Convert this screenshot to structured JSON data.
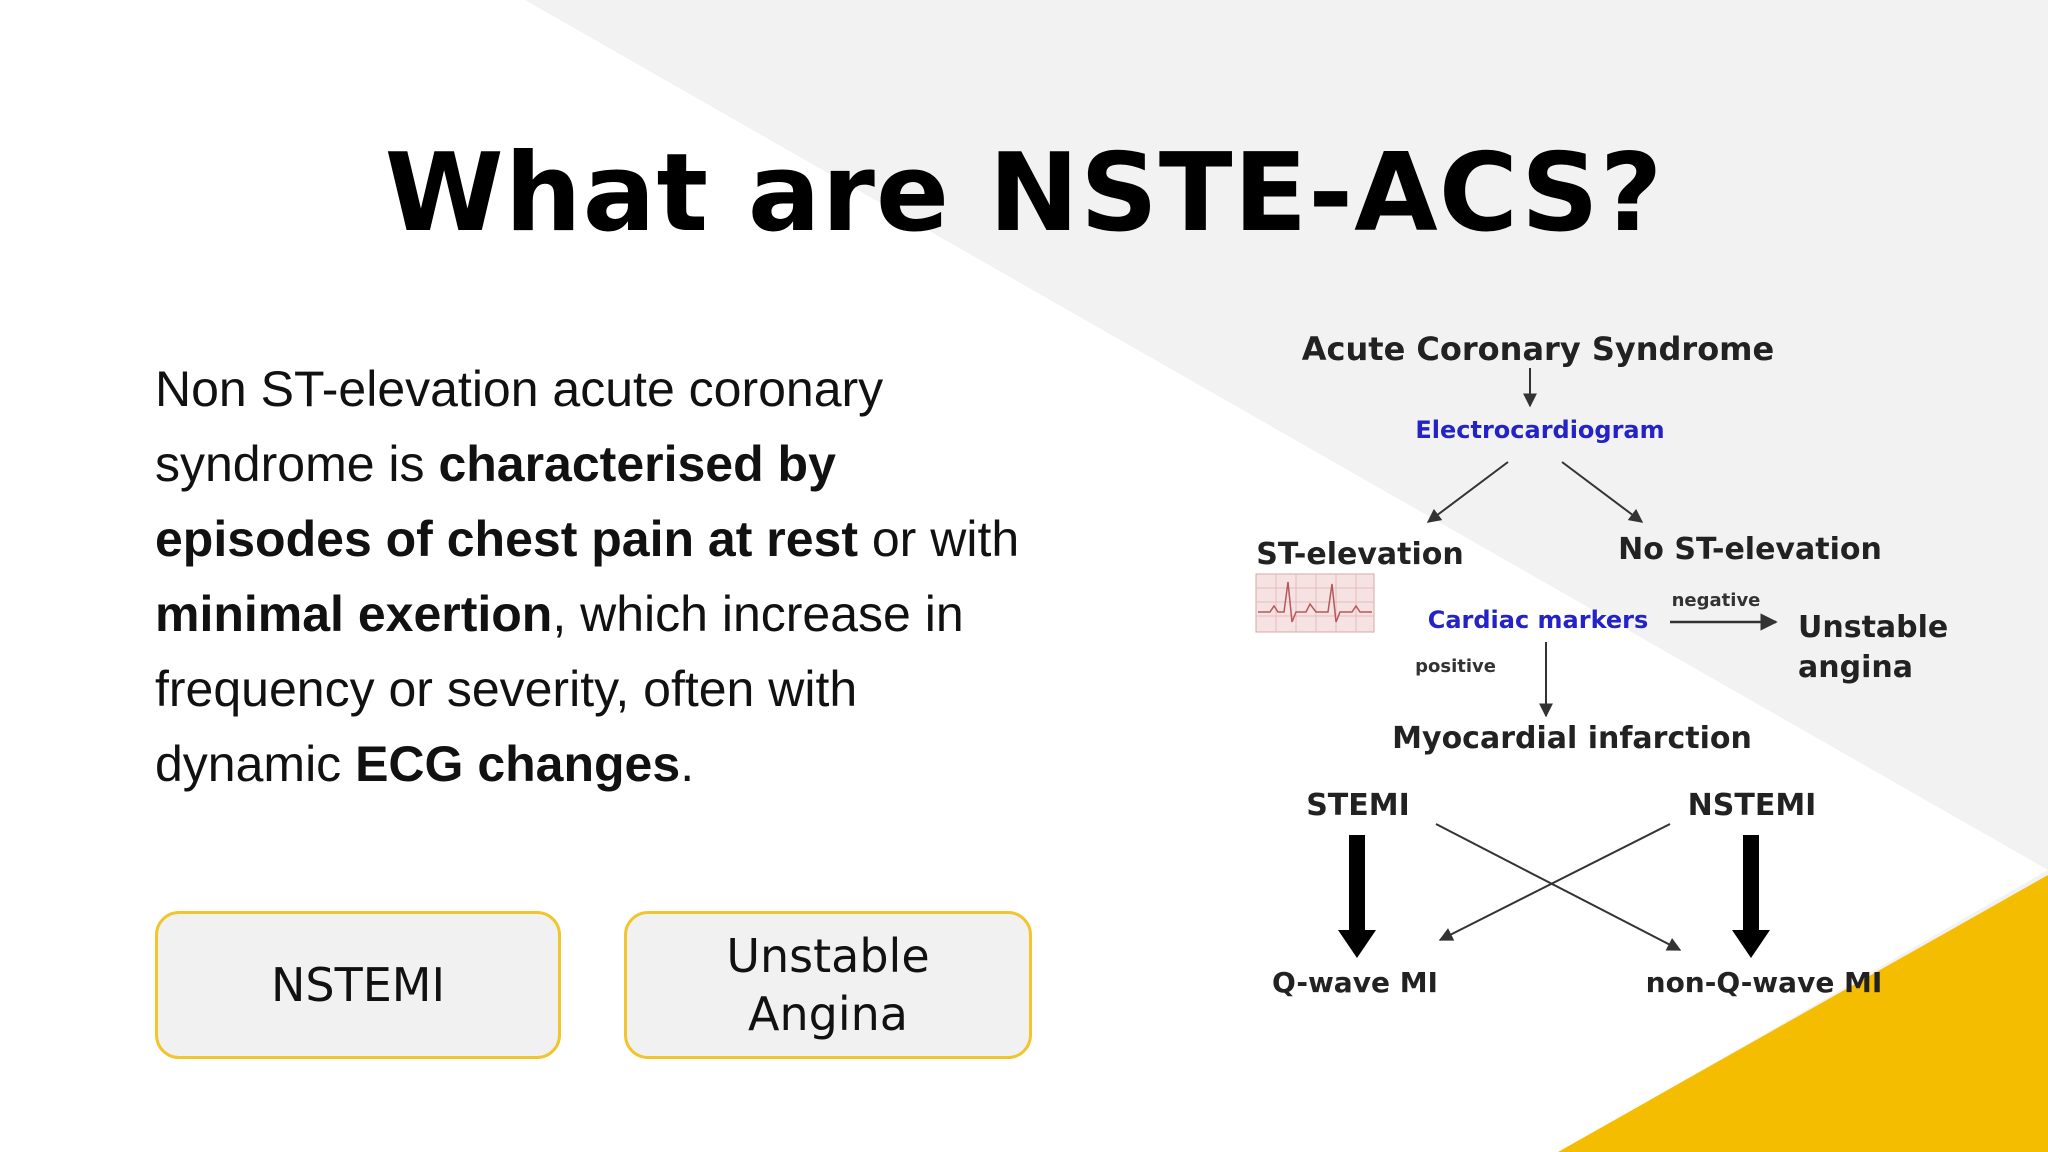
{
  "slide": {
    "title": "What are NSTE-ACS?",
    "colors": {
      "accent_yellow": "#f5bd00",
      "panel_gray": "#f2f2f2",
      "pill_border": "#f0c52e",
      "diagram_blue": "#2323c8"
    },
    "paragraph": {
      "t1": "Non ST-elevation acute coronary syndrome  is ",
      "b1": "characterised by episodes of chest pain at rest",
      "t2": " or with ",
      "b2": "minimal exertion",
      "t3": ", which increase in frequency or severity, often with dynamic ",
      "b3": "ECG changes",
      "t4": "."
    },
    "pills": {
      "nstemi": "NSTEMI",
      "unstable_angina": "Unstable Angina"
    }
  },
  "diagram": {
    "acs": "Acute Coronary Syndrome",
    "ecg": "Electrocardiogram",
    "st_elevation": "ST-elevation",
    "no_st_elevation": "No ST-elevation",
    "cardiac_markers": "Cardiac markers",
    "negative": "negative",
    "positive": "positive",
    "unstable": "Unstable",
    "angina": "angina",
    "myocardial_infarction": "Myocardial infarction",
    "stemi": "STEMI",
    "nstemi": "NSTEMI",
    "q_wave_mi": "Q-wave MI",
    "non_q_wave_mi": "non-Q-wave MI",
    "ecg_thumbnail_icon": "ecg-strip-icon"
  }
}
